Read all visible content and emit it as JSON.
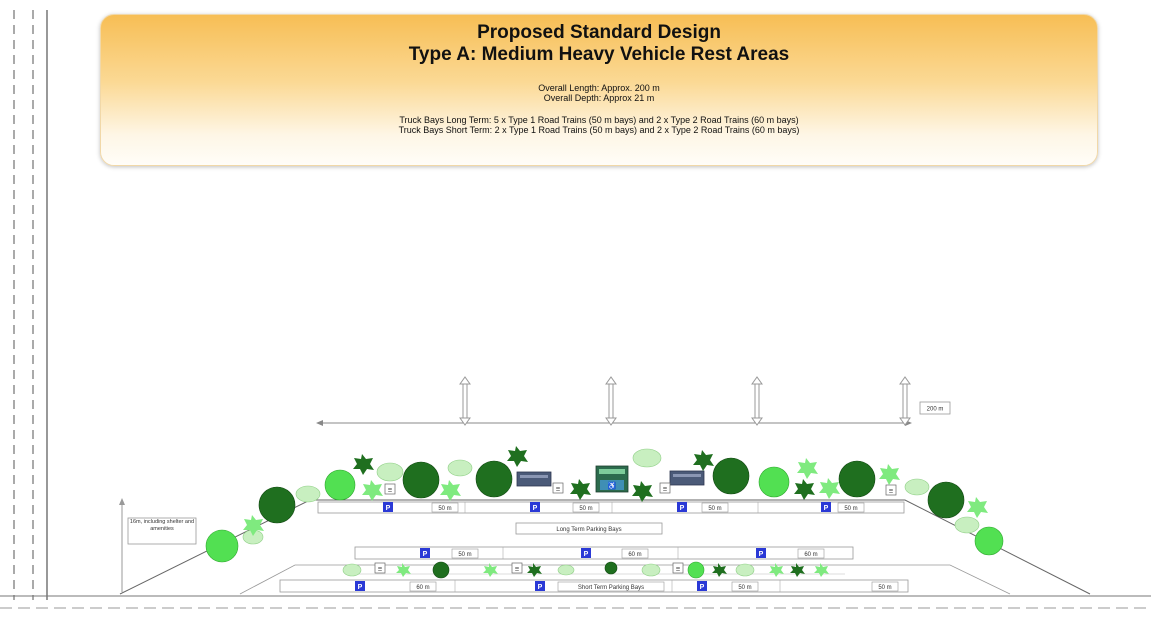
{
  "header": {
    "title_line1": "Proposed Standard Design",
    "title_line2": "Type A: Medium Heavy Vehicle Rest Areas",
    "overall_length": "Overall Length: Approx. 200 m",
    "overall_depth": "Overall Depth: Approx 21 m",
    "long_term_bays": "Truck Bays Long Term: 5 x Type 1 Road Trains (50 m  bays) and 2 x Type 2 Road Trains (60 m bays)",
    "short_term_bays": "Truck Bays Short Term: 2 x Type 1 Road Trains (50 m  bays) and 2 x Type 2 Road Trains (60 m bays)"
  },
  "diagram": {
    "length_label": "200 m",
    "depth_label": "16m, including shelter and amenities",
    "long_term_label": "Long Term Parking Bays",
    "short_term_label": "Short Term Parking Bays",
    "parking_sign": "P",
    "bin_label": "☰",
    "shelter_label": "♿",
    "row1_bays": [
      "50 m",
      "50 m",
      "50 m",
      "50 m"
    ],
    "row2_bays": [
      "50 m",
      "60 m",
      "60 m"
    ],
    "row3_bays": [
      "60 m",
      "50 m",
      "50 m"
    ],
    "colors": {
      "tree_dark": "#1f6f1f",
      "tree_mid": "#2fa82f",
      "tree_light": "#52e052",
      "tree_pale": "#c8efc0",
      "parking_blue": "#2a39d6",
      "building": "#4b5a78",
      "shelter": "#3f8fb5"
    }
  }
}
